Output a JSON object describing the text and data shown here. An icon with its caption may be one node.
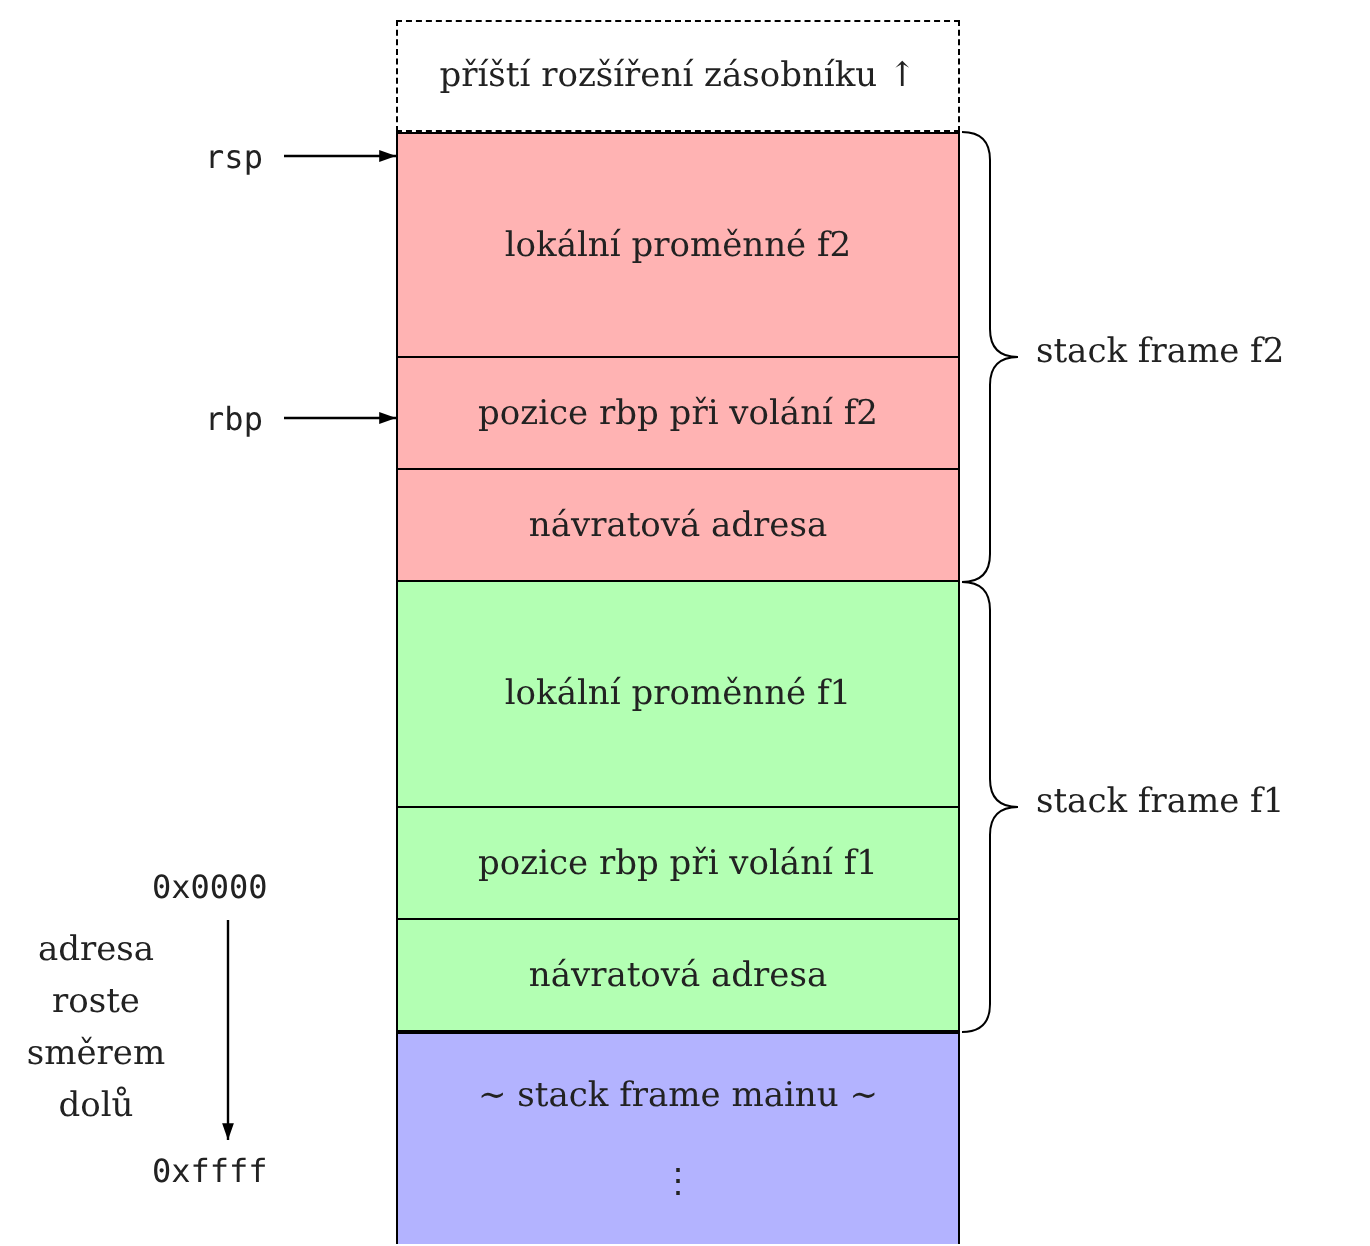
{
  "diagram": {
    "nodes": [
      {
        "text": [
          "příští rozšíření zásobníku ↑"
        ]
      },
      {
        "text": [
          "lokální proměnné f2"
        ]
      },
      {
        "text": [
          "pozice rbp při volání f2"
        ]
      },
      {
        "text": [
          "návratová adresa"
        ]
      },
      {
        "text": [
          "lokální proměnné f1"
        ]
      },
      {
        "text": [
          "pozice rbp při volání f1"
        ]
      },
      {
        "text": [
          "návratová adresa"
        ]
      },
      {
        "text": [
          "∼ stack frame mainu ∼",
          "⋮"
        ]
      },
      {
        "text": [
          "rsp"
        ]
      },
      {
        "text": [
          "rbp"
        ]
      }
    ],
    "edges": [
      {
        "from": 8,
        "to": 1,
        "arrow": "to"
      },
      {
        "from": 9,
        "to": 2,
        "arrow": "to"
      }
    ],
    "labels": [
      "stack frame f2",
      "stack frame f1",
      "0x0000",
      "adresa roste směrem dolů",
      "0xffff"
    ]
  }
}
